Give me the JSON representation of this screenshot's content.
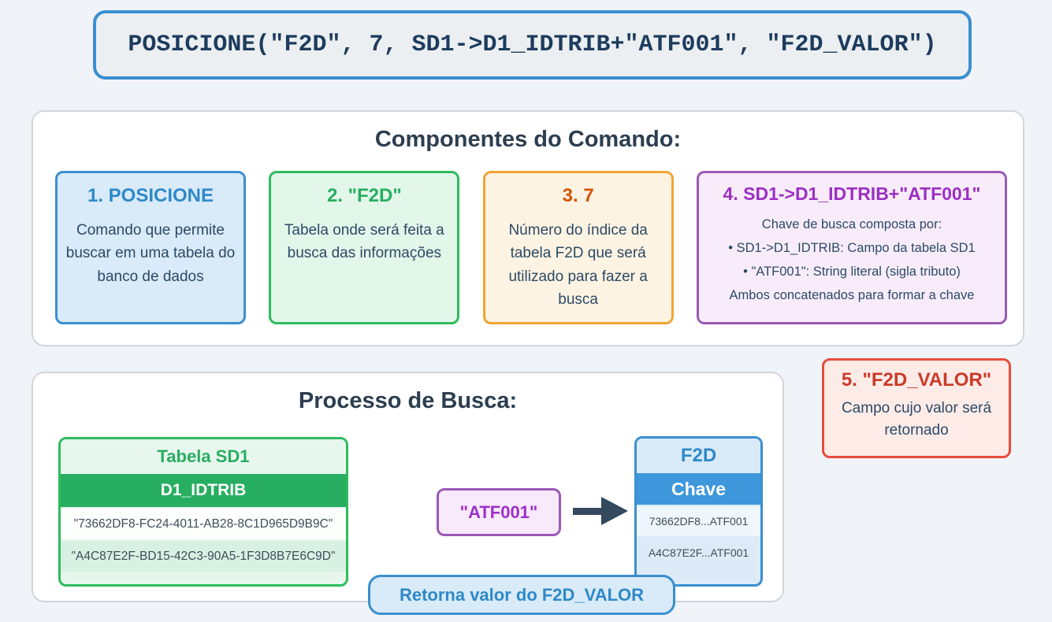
{
  "code_box": {
    "code": "POSICIONE(\"F2D\", 7, SD1->D1_IDTRIB+\"ATF001\", \"F2D_VALOR\")"
  },
  "components": {
    "title": "Componentes do Comando:",
    "cards": [
      {
        "title": "1. POSICIONE",
        "body": "Comando que permite buscar em uma tabela do banco de dados"
      },
      {
        "title": "2. \"F2D\"",
        "body": "Tabela onde será feita a busca das informações"
      },
      {
        "title": "3. 7",
        "body": "Número do índice da tabela F2D que será utilizado para fazer a busca"
      },
      {
        "title": "4. SD1->D1_IDTRIB+\"ATF001\"",
        "body_lines": [
          "Chave de busca composta por:",
          "• SD1->D1_IDTRIB: Campo da tabela SD1",
          "• \"ATF001\": String literal (sigla tributo)",
          "Ambos concatenados para formar a chave"
        ]
      }
    ]
  },
  "return_card": {
    "title": "5. \"F2D_VALOR\"",
    "body": "Campo cujo valor será retornado"
  },
  "process": {
    "title": "Processo de Busca:",
    "sd1_table": {
      "title": "Tabela SD1",
      "column_header": "D1_IDTRIB",
      "rows": [
        "\"73662DF8-FC24-4011-AB28-8C1D965D9B9C\"",
        "\"A4C87E2F-BD15-42C3-90A5-1F3D8B7E6C9D\""
      ]
    },
    "search_key": "\"ATF001\"",
    "f2d_table": {
      "title": "F2D",
      "column_header": "Chave",
      "rows": [
        "73662DF8...ATF001",
        "A4C87E2F...ATF001"
      ]
    },
    "return_badge": "Retorna valor do F2D_VALOR"
  },
  "colors": {
    "page_background": "#f0f3f8",
    "panel_border": "#d2d5d9",
    "heading_text": "#2c3e50",
    "body_text": "#2c4a66",
    "code_text": "#1d3c5e",
    "blue_accent": "#3a8fd0",
    "blue_title": "#2d89c8",
    "blue_fill": "#d9eaf8",
    "green_accent": "#2ebc5e",
    "green_title": "#27ae60",
    "green_fill": "#e3f6ea",
    "orange_accent": "#f0a534",
    "orange_title": "#d35400",
    "orange_fill": "#fdf3e2",
    "purple_accent": "#9b59b6",
    "purple_title": "#9c2fc4",
    "purple_fill": "#f8ecfa",
    "red_accent": "#e74c3c",
    "red_title": "#cb3a27",
    "red_fill": "#fdebe7",
    "arrow": "#34495e"
  }
}
